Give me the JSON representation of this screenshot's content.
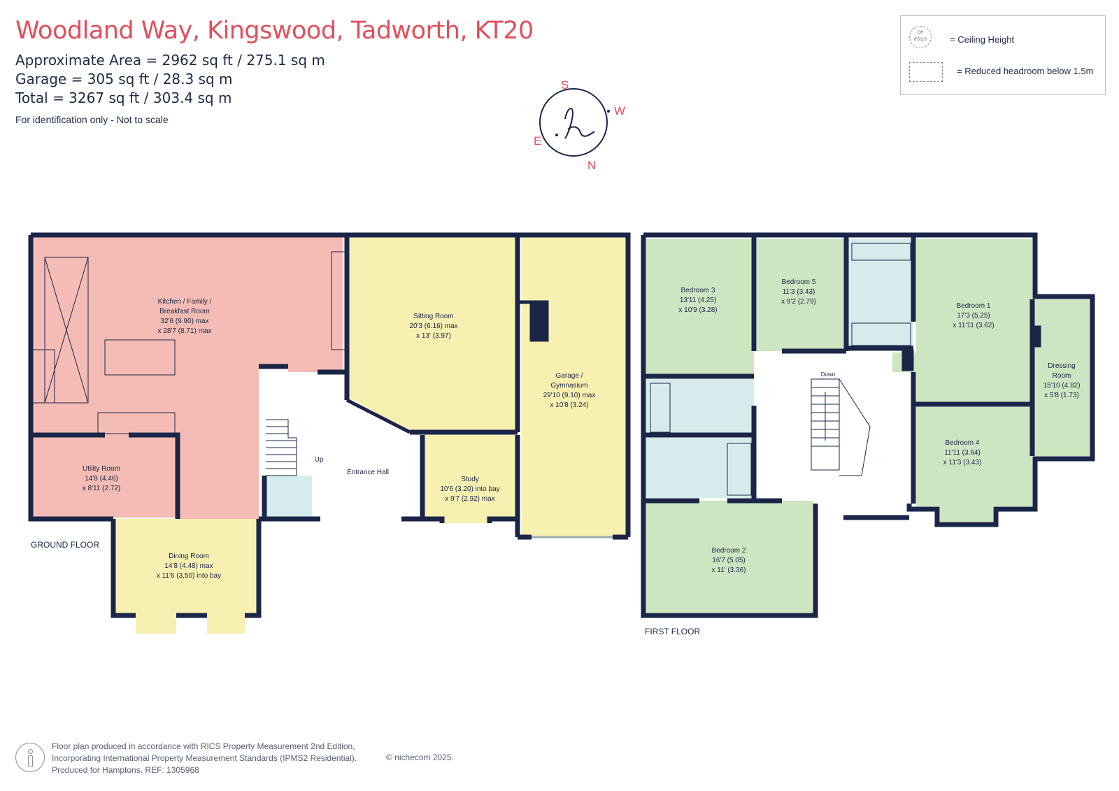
{
  "header": {
    "title": "Woodland Way, Kingswood, Tadworth, KT20",
    "area": "Approximate Area = 2962 sq ft / 275.1 sq m",
    "garage": "Garage = 305 sq ft / 28.3 sq m",
    "total": "Total = 3267 sq ft / 303.4 sq m",
    "note": "For identification only - Not to scale"
  },
  "legend": {
    "ceiling_height": "= Ceiling Height",
    "reduced_headroom": "= Reduced headroom below 1.5m",
    "ch_icon_text": "CH",
    "ch_icon_value": "8'5/2.6"
  },
  "compass": {
    "s": "S",
    "w": "W",
    "e": "E",
    "n": "N"
  },
  "colors": {
    "title": "#e0505c",
    "kitchen": "#f4bcb4",
    "sitting": "#f7f0b0",
    "bedroom": "#cde6c2",
    "bathroom": "#d6ecec",
    "wall": "#1a2547",
    "hall": "#ffffff"
  },
  "ground_floor": {
    "label": "GROUND FLOOR",
    "rooms": {
      "kitchen": {
        "name1": "Kitchen / Family /",
        "name2": "Breakfast Room",
        "dim1": "32'6 (9.90) max",
        "dim2": "x 28'7 (8.71) max"
      },
      "sitting": {
        "name": "Sitting Room",
        "dim1": "20'3 (6.16) max",
        "dim2": "x 13' (3.97)"
      },
      "garage": {
        "name1": "Garage /",
        "name2": "Gymnasium",
        "dim1": "29'10 (9.10) max",
        "dim2": "x 10'8 (3.24)"
      },
      "utility": {
        "name": "Utility Room",
        "dim1": "14'8 (4.46)",
        "dim2": "x 8'11 (2.72)"
      },
      "hall": {
        "name": "Entrance Hall",
        "up": "Up"
      },
      "study": {
        "name": "Study",
        "dim1": "10'6 (3.20) into bay",
        "dim2": "x 9'7 (2.92) max"
      },
      "dining": {
        "name": "Dining Room",
        "dim1": "14'8 (4.48) max",
        "dim2": "x 11'6 (3.50) into bay"
      }
    }
  },
  "first_floor": {
    "label": "FIRST FLOOR",
    "rooms": {
      "bed3": {
        "name": "Bedroom 3",
        "dim1": "13'11 (4.25)",
        "dim2": "x 10'9 (3.28)"
      },
      "bed5": {
        "name": "Bedroom 5",
        "dim1": "11'3 (3.43)",
        "dim2": "x 9'2 (2.79)"
      },
      "bed1": {
        "name": "Bedroom 1",
        "dim1": "17'3 (5.25)",
        "dim2": "x 11'11 (3.62)"
      },
      "dressing": {
        "name1": "Dressing",
        "name2": "Room",
        "dim1": "15'10 (4.82)",
        "dim2": "x 5'8 (1.73)"
      },
      "bed4": {
        "name": "Bedroom 4",
        "dim1": "11'11 (3.64)",
        "dim2": "x 11'3 (3.43)"
      },
      "bed2": {
        "name": "Bedroom 2",
        "dim1": "16'7 (5.05)",
        "dim2": "x 11' (3.36)"
      },
      "landing": {
        "down": "Down"
      }
    }
  },
  "footer": {
    "line1": "Floor plan produced in accordance with RICS Property Measurement 2nd Edition,",
    "line2": "Incorporating International Property Measurement Standards (IPMS2 Residential).",
    "line3": "Produced for Hamptons.   REF: 1305968",
    "copyright": "© nichecom 2025."
  }
}
